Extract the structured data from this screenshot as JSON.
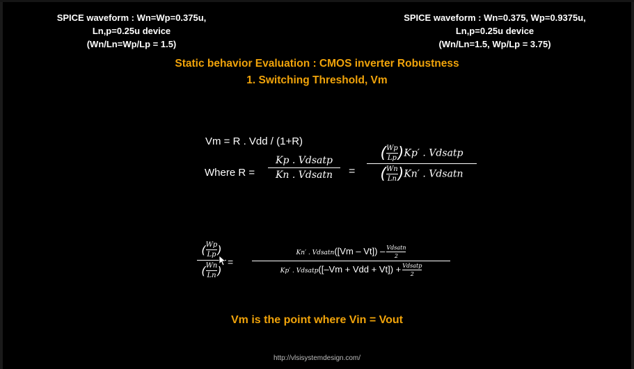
{
  "captions": {
    "left": [
      "SPICE waveform : Wn=Wp=0.375u,",
      "Ln,p=0.25u device",
      "(Wn/Ln=Wp/Lp = 1.5)"
    ],
    "right": [
      "SPICE waveform : Wn=0.375, Wp=0.9375u,",
      "Ln,p=0.25u device",
      "(Wn/Ln=1.5, Wp/Lp = 3.75)"
    ]
  },
  "title": {
    "line1": "Static behavior Evaluation : CMOS inverter Robustness",
    "line2": "1. Switching Threshold, Vm"
  },
  "equations": {
    "vm": "Vm = R . Vdd / (1+R)",
    "where_label": "Where R =",
    "r_num": "Kp . Vdsatp",
    "r_den": "Kn . Vdsatn",
    "equals": "=",
    "r2_num_ratio_top": "Wp",
    "r2_num_ratio_bottom": "Lp",
    "r2_num_rest": "Kp′ . Vdsatp",
    "r2_den_ratio_top": "Wn",
    "r2_den_ratio_bottom": "Ln",
    "r2_den_rest": "Kn′ . Vdsatn",
    "lhs_top_num": "Wp",
    "lhs_top_den": "Lp",
    "lhs_bot_num": "Wn",
    "lhs_bot_den": "Ln",
    "eq3_equals": "=",
    "rhs_num_coef": "Kn′ . Vdsatn",
    "rhs_num_expr": "([Vm – Vt])",
    "rhs_num_minus": "–",
    "rhs_num_frac_top": "Vdsatn",
    "rhs_num_frac_bot": "2",
    "rhs_den_coef": "Kp′ . Vdsatp",
    "rhs_den_expr": "([–Vm + Vdd + Vt])",
    "rhs_den_plus": "+",
    "rhs_den_frac_top": "Vdsatp",
    "rhs_den_frac_bot": "2"
  },
  "conclusion": "Vm is the point where Vin = Vout",
  "footer_url": "http://vlsisystemdesign.com/",
  "colors": {
    "background": "#000000",
    "accent": "#f0a30a",
    "text": "#ffffff"
  }
}
